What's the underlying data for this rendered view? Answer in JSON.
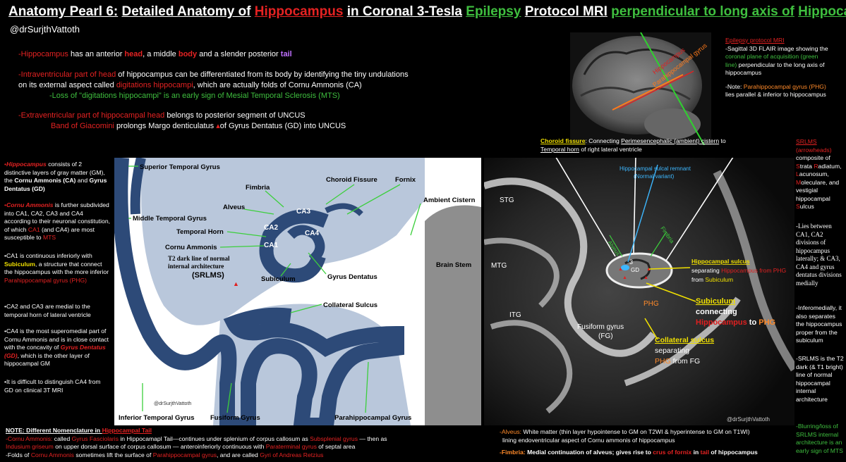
{
  "title": {
    "prefix": "Anatomy Pearl 6:",
    "part1": "Detailed Anatomy of",
    "hippocampus": "Hippocampus",
    "part2": "in Coronal 3-Tesla",
    "epilepsy": "Epilepsy",
    "part3": "Protocol MRI",
    "part4": "perpendicular to long axis of",
    "hippocampus2": "Hippocampus"
  },
  "handle": "@drSurjthVattoth",
  "intro": {
    "l1": [
      "-Hippocampus",
      " has an anterior ",
      "head",
      ", a middle ",
      "body",
      " and a slender posterior ",
      "tail"
    ],
    "l2": [
      "-Intraventricular part of head",
      " of  hippocampus  can be differentiated from its body by identifying the tiny undulations"
    ],
    "l3": [
      "on its external aspect called ",
      "digitations hippocampi",
      ",  which are actually folds of  Cornu Ammonis  (CA)"
    ],
    "l4": "-Loss of \"digitations hippocampi\" is  an early sign of Mesial Temporal Sclerosis (MTS)",
    "l5": [
      "-Extraventricular part of hippocampal  head",
      " belongs to posterior segment of UNCUS"
    ],
    "l6": [
      "Band of Giacomini",
      " prolongs Margo denticulatus ",
      "of Gyrus Dentatus (GD) into UNCUS"
    ]
  },
  "epilepsy_note": {
    "title": "Epilepsy protocol MRI",
    "l1": "-Sagittal 3D FLAIR image showing the",
    "l2a": "coronal plane of acquisition (green",
    "l3a": "line)",
    "l3b": " perpendicular to the long axis of",
    "l4": "hippocampus",
    "note_a": "-Note: ",
    "note_b": "Parahippocampal gyrus (PHG)",
    "note_c": "lies parallel & inferior to hippocampus"
  },
  "thumb_labels": {
    "hippo": "Hippocampus",
    "phg": "Parahippocampal gyrus"
  },
  "left_notes": {
    "p1": [
      "•",
      "Hippocampus",
      " consists of 2 distinctive layers of gray matter (GM),  the ",
      "Cornu Ammonis (CA)",
      " and ",
      "Gyrus Dentatus (GD)"
    ],
    "p2": [
      "•",
      "Cornu Ammonis",
      " is further subdivided into CA1, CA2, CA3 and CA4 according to their neuronal constitution, of which ",
      "CA1",
      " (and CA4) are most susceptible to ",
      "MTS"
    ],
    "p3": [
      "•CA1 is continuous inferiorly with ",
      "Subiculum",
      ", a structure that connect the hippocampus with the more inferior ",
      "Parahippocampal  gyrus  (PHG)"
    ],
    "p4": "•CA2 and CA3 are medial to the temporal horn of lateral ventricle",
    "p5": [
      "•CA4 is the most superomedial part of Cornu Ammonis and is in close contact with the concavity of ",
      "Gyrus Dentatus (GD)",
      ",  which is the other layer of hippocampal GM"
    ],
    "p6": "•It is difficult to distinguish CA4 from GD on clinical 3T MRI"
  },
  "diagram": {
    "labels": {
      "stg": "Superior Temporal Gyrus",
      "fimbria": "Fimbria",
      "choroid": "Choroid Fissure",
      "fornix": "Fornix",
      "alveus": "Alveus",
      "ambient": "Ambient Cistern",
      "mtg": "Middle Temporal Gyrus",
      "ca3": "CA3",
      "ca2": "CA2",
      "ca4": "CA4",
      "ca1": "CA1",
      "temporal_horn": "Temporal Horn",
      "cornu": "Cornu Ammonis",
      "t2a": "T2 dark line of normal",
      "t2b": "internal architecture",
      "srlms": "(SRLMS)",
      "gyrus_dentatus": "Gyrus Dentatus",
      "subiculum": "Subiculum",
      "brainstem": "Brain Stem",
      "collateral": "Collateral Sulcus",
      "handle": "@drSurjthVattoth",
      "itg": "Inferior Temporal Gyrus",
      "fusiform": "Fusiform Gyrus",
      "phg": "Parahippocampal Gyrus"
    }
  },
  "mri": {
    "choroid_a": "Choroid fissure",
    "choroid_b": ":  Connecting ",
    "choroid_c": "Perimesencephalic (ambient) cistern",
    "choroid_d": " to",
    "choroid_e": "Temporal  horn",
    "choroid_f": " of right lateral ventricle",
    "remnant1": "Hippocampal sulcal remnant",
    "remnant2": "(Normal variant)",
    "stg": "STG",
    "mtg": "MTG",
    "itg": "ITG",
    "alveus": "Alveus",
    "fimbria": "Fimbria",
    "ca3": "3",
    "gd": "GD",
    "hs_a": "Hippocampal sulcus",
    "hs_b": "separating ",
    "hs_c": "Hippocampus from PHG",
    "hs_d": "from ",
    "hs_e": "Subiculum",
    "phg": "PHG",
    "sub_a": "Subiculum",
    "sub_b": "connecting",
    "sub_c": "Hippocampus",
    "sub_d": " to ",
    "sub_e": "PHG",
    "fg1": "Fusiform gyrus",
    "fg2": "(FG)",
    "cs_a": "Collateral  sulcus",
    "cs_b": "separating",
    "cs_c": "PHG",
    "cs_d": " from FG",
    "handle": "@drSurjthVattoth"
  },
  "right_notes": {
    "srlms_title": "SRLMS",
    "srlms_sub": "(arrowheads)",
    "composite": "composite of",
    "s1": "S",
    "s1b": "trata ",
    "r1": "R",
    "r1b": "adiatum,",
    "l1": "L",
    "l1b": "acunosum,",
    "m1": "M",
    "m1b": "oleculare, and",
    "vest": "vestigial hippocampal",
    "sul": "S",
    "sulb": "ulcus",
    "lies": "-Lies between CA1, CA2 divisions of hippocampus laterally; & CA3, CA4 and gyrus dentatus divisions medially",
    "infero": "-Inferomedially, it also separates the hippocampus proper from the subiculum",
    "srlms2": "-SRLMS  is the T2 dark (& T1 bright) line of normal hippocampal internal architecture",
    "blur": "-Blurring/loss of SRLMS internal architecture is an early sign of MTS"
  },
  "bottom_left": {
    "note_a": "NOTE:  Different Nomenclature in ",
    "note_b": "Hippocampal Tail",
    "l1": [
      "-Cornu Ammonis:",
      " called ",
      "Gyrus Fasciolaris",
      " in Hippocamapl Tail—continues under splenium of corpus callosum as ",
      "Subsplenial gyrus",
      " — then as"
    ],
    "l2": [
      "Indusium griseum",
      " on upper dorsal surface of corpus callosum — anteroinferiorly continuous with ",
      "Paraterminal gyrus",
      " of septal area"
    ],
    "l3": [
      "-Folds of ",
      "Cornu Ammonis",
      " sometimes lift the surface of ",
      "Parahippocampal gyrus",
      ", and are  called ",
      "Gyri of Andreas Retzius"
    ]
  },
  "bottom_right": {
    "alv_a": "-Alveus:",
    "alv_b": " White matter (thin layer hypointense to GM on T2WI & hyperintense to GM on T1WI)",
    "alv_c": "lining endoventricular aspect of Cornu ammonis of hippocampus",
    "fim_a": "-Fimbria:",
    "fim_b": " Medial continuation of alveus; gives rise to ",
    "fim_c": "crus of fornix",
    "fim_d": " in ",
    "fim_e": "tail",
    "fim_f": " of hippocampus"
  }
}
